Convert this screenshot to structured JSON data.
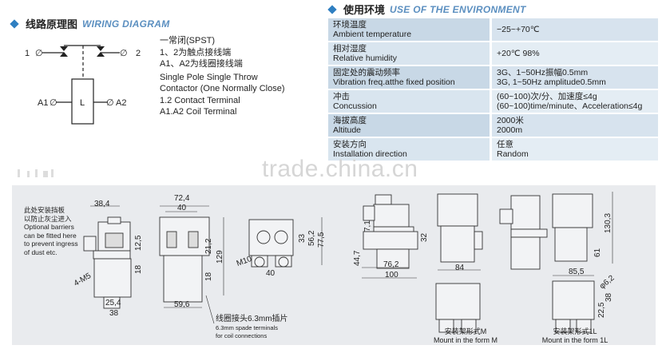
{
  "wiring": {
    "title_cn": "线路原理图",
    "title_en": "WIRING DIAGRAM",
    "terminal_1": "1",
    "terminal_2": "2",
    "coil_label": "L",
    "coil_a1": "A1",
    "coil_a2": "A2",
    "lines": [
      "一常闭(SPST)",
      "1、2为触点接线端",
      "A1、A2为线圈接线端",
      "Single Pole Single Throw",
      "Contactor (One Normally Close)",
      "1.2 Contact Terminal",
      "A1.A2 Coil Terminal"
    ]
  },
  "environment": {
    "title_cn": "使用环境",
    "title_en": "USE OF THE ENVIRONMENT",
    "rows": [
      {
        "cn": "环境温度",
        "en": "Ambient temperature",
        "v1": "−25~+70℃",
        "v2": ""
      },
      {
        "cn": "相对湿度",
        "en": "Relative humidity",
        "v1": "+20℃  98%",
        "v2": ""
      },
      {
        "cn": "固定处的震动频率",
        "en": "Vibration freq.atthe fixed position",
        "v1": "3G、1~50Hz振幅0.5mm",
        "v2": "3G, 1~50Hz amplitude0.5mm"
      },
      {
        "cn": "冲击",
        "en": "Concussion",
        "v1": "(60~100)次/分、加速度≤4g",
        "v2": "(60~100)time/minute、Acceleration≤4g"
      },
      {
        "cn": "海拔高度",
        "en": "Altitude",
        "v1": "2000米",
        "v2": "2000m"
      },
      {
        "cn": "安装方向",
        "en": "Installation direction",
        "v1": "任意",
        "v2": "Random"
      }
    ]
  },
  "watermark": "trade.china.cn",
  "drawings": {
    "barrier_note": [
      "此处安装挡板",
      "以防止灰尘进入",
      "Optional barriers",
      "can be fitted here",
      "to prevent ingress",
      "of dust etc."
    ],
    "spade_note": [
      "线圈接头6.3mm插片",
      "6.3mm spade terminals",
      "for coil connections"
    ],
    "dims": {
      "d38_4": "38,4",
      "d12_5": "12,5",
      "d18a": "18",
      "d4m5": "4-M5",
      "d25_4": "25,4",
      "d38": "38",
      "d72_4": "72,4",
      "d40a": "40",
      "d21_2": "21,2",
      "d129": "129",
      "d18b": "18",
      "d59_6": "59,6",
      "d33": "33",
      "d56_2": "56,2",
      "d77_5": "77,5",
      "dm10": "M10",
      "d40b": "40",
      "d7_1": "7,1",
      "d32": "32",
      "d44_7": "44,7",
      "d76_2": "76,2",
      "d100": "100",
      "d84": "84",
      "d130_3": "130,3",
      "d61": "61",
      "d85_5": "85,5",
      "dphi": "φ6,2",
      "d38b": "38",
      "d22_5": "22,5"
    },
    "caption_m": [
      "安装架形式M",
      "Mount in the form M"
    ],
    "caption_1l": [
      "安装架形式1L",
      "Mount in the form 1L"
    ]
  }
}
